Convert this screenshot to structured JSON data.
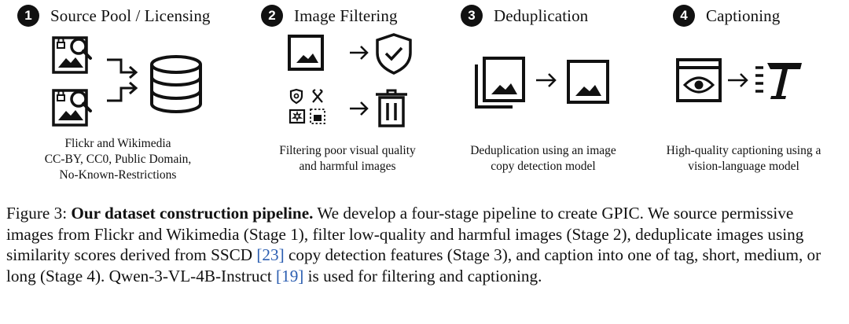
{
  "stages": [
    {
      "number": "1",
      "title": "Source Pool / Licensing",
      "description": [
        "Flickr and Wikimedia",
        "CC-BY, CC0, Public Domain,",
        "No-Known-Restrictions"
      ]
    },
    {
      "number": "2",
      "title": "Image Filtering",
      "description": [
        "Filtering poor visual quality",
        "and harmful images"
      ]
    },
    {
      "number": "3",
      "title": "Deduplication",
      "description": [
        "Deduplication using an image",
        "copy detection model"
      ]
    },
    {
      "number": "4",
      "title": "Captioning",
      "description": [
        "High-quality captioning using a",
        "vision-language model"
      ]
    }
  ],
  "caption": {
    "label": "Figure 3:",
    "bold": "Our dataset construction pipeline.",
    "text1": "We develop a four-stage pipeline to create GPIC. We source permissive images from Flickr and Wikimedia (Stage 1), filter low-quality and harmful images (Stage 2), deduplicate images using similarity scores derived from SSCD ",
    "ref1": "[23]",
    "text2": " copy detection features (Stage 3), and caption into one of tag, short, medium, or long (Stage 4). Qwen-3-VL-4B-Instruct ",
    "ref2": "[19]",
    "text3": " is used for filtering and captioning."
  }
}
